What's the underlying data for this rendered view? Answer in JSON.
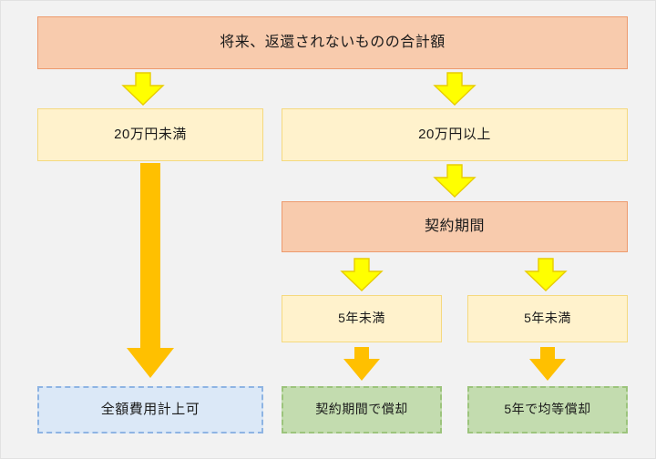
{
  "diagram": {
    "title_node": {
      "label": "将来、返還されないものの合計額"
    },
    "branch_amount": {
      "under": "20万円未満",
      "over": "20万円以上"
    },
    "contract_period_node": {
      "label": "契約期間"
    },
    "branch_period": {
      "left": "5年未満",
      "right": "5年未満"
    },
    "results": {
      "full_expense": "全額費用計上可",
      "amortize_contract": "契約期間で償却",
      "amortize_five_years": "5年で均等償却"
    },
    "arrows": {
      "a1": "down-arrow-yellow",
      "a2": "down-arrow-yellow",
      "a3": "down-arrow-yellow",
      "a4": "down-arrow-yellow",
      "a5": "down-arrow-yellow",
      "a6": "long-down-arrow-gold",
      "a7": "down-arrow-gold",
      "a8": "down-arrow-gold"
    }
  },
  "colors": {
    "background": "#f2f2f2",
    "peach_fill": "#f8cbad",
    "peach_border": "#ed9a6d",
    "cream_fill": "#fff2cc",
    "cream_border": "#f5d97e",
    "blue_fill": "#dbe8f7",
    "blue_border": "#8eb4e3",
    "green_fill": "#c3dcaf",
    "green_border": "#9cc47c",
    "arrow_yellow": "#ffff00",
    "arrow_yellow_border": "#e0c000",
    "arrow_gold": "#ffc000"
  }
}
